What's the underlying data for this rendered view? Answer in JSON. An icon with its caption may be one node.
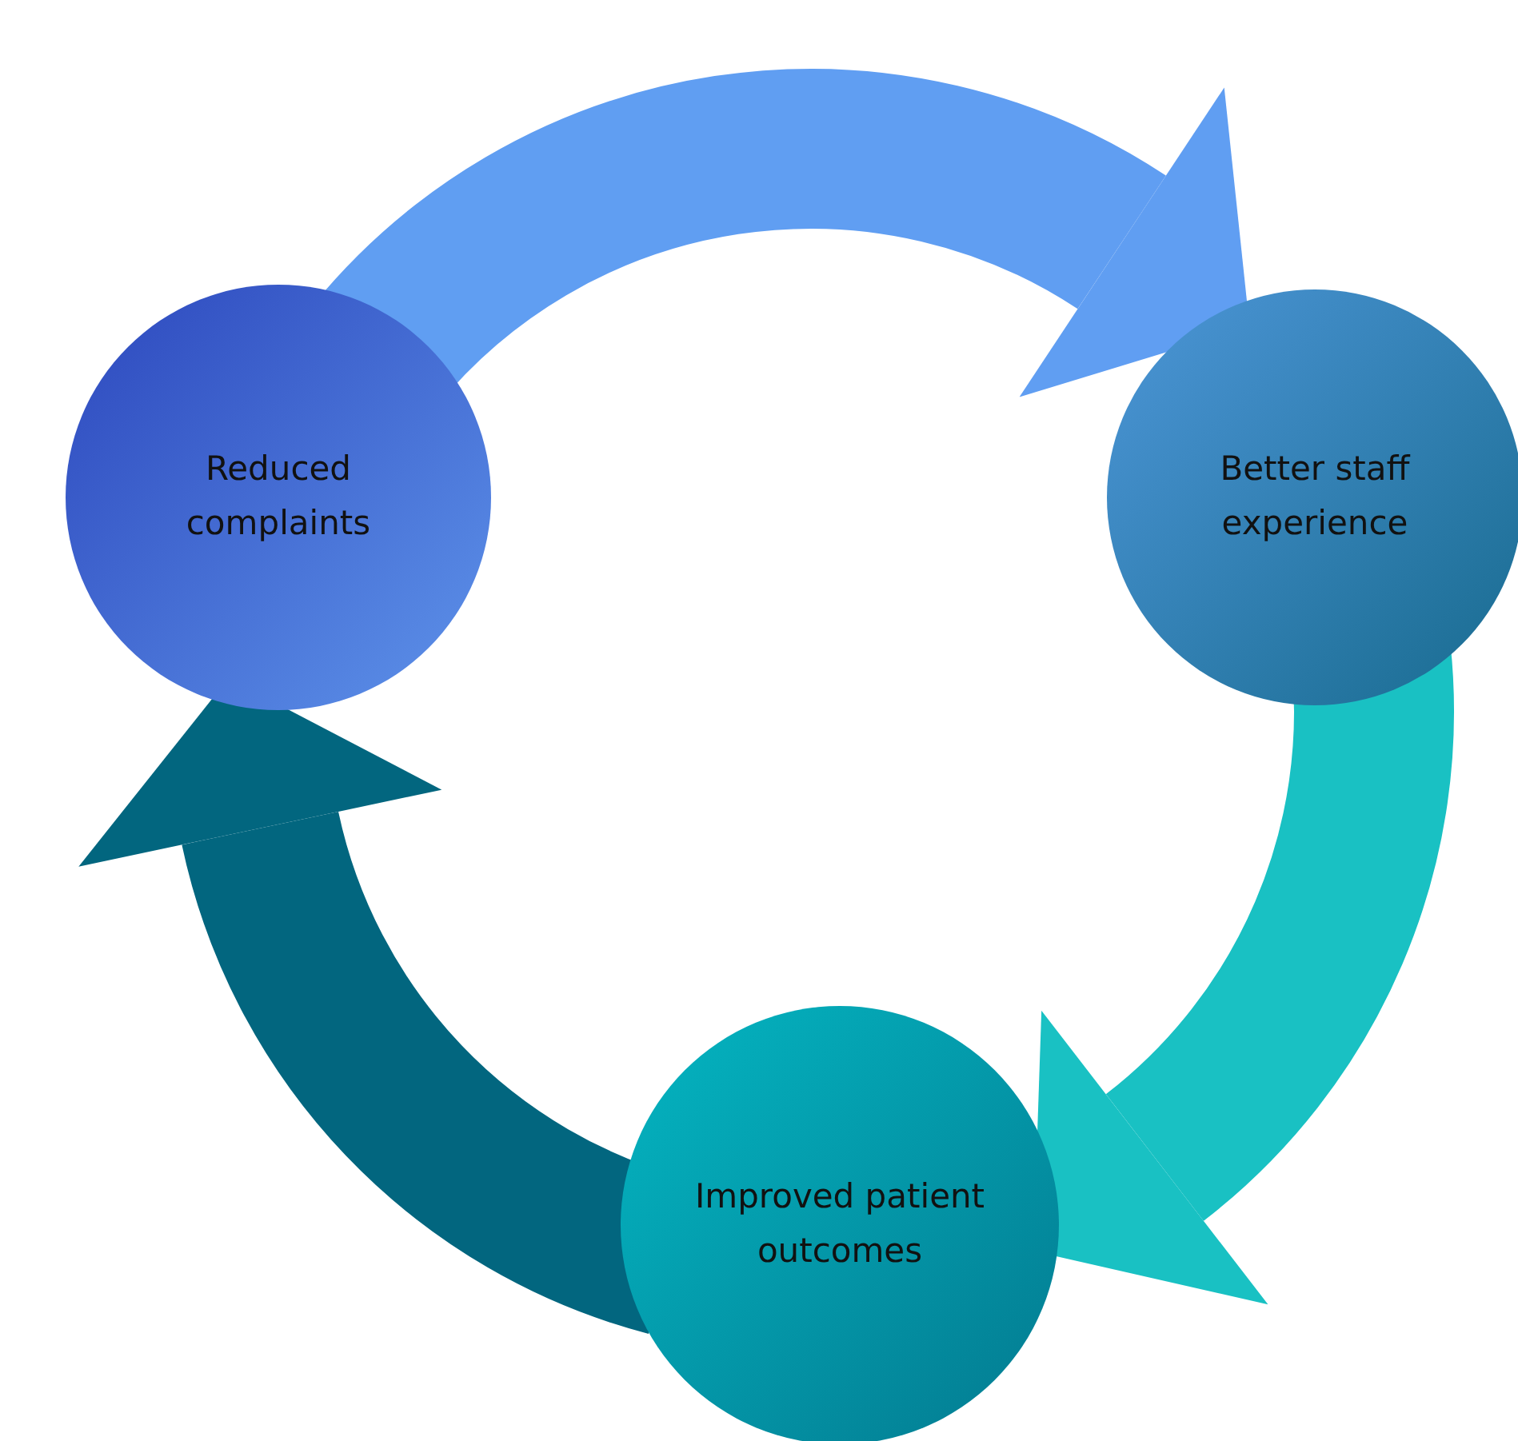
{
  "diagram": {
    "nodes": [
      {
        "text": [
          "Reduced complaints"
        ]
      },
      {
        "text": [
          "Better staff experience"
        ]
      },
      {
        "text": [
          "Improved patient outcomes"
        ]
      }
    ],
    "edges": [
      {
        "from": 0,
        "to": 1,
        "arrow": "to",
        "color": "#609ef2"
      },
      {
        "from": 1,
        "to": 2,
        "arrow": "to",
        "color": "#19c1c3"
      },
      {
        "from": 2,
        "to": 0,
        "arrow": "to",
        "color": "#02667f"
      }
    ]
  }
}
